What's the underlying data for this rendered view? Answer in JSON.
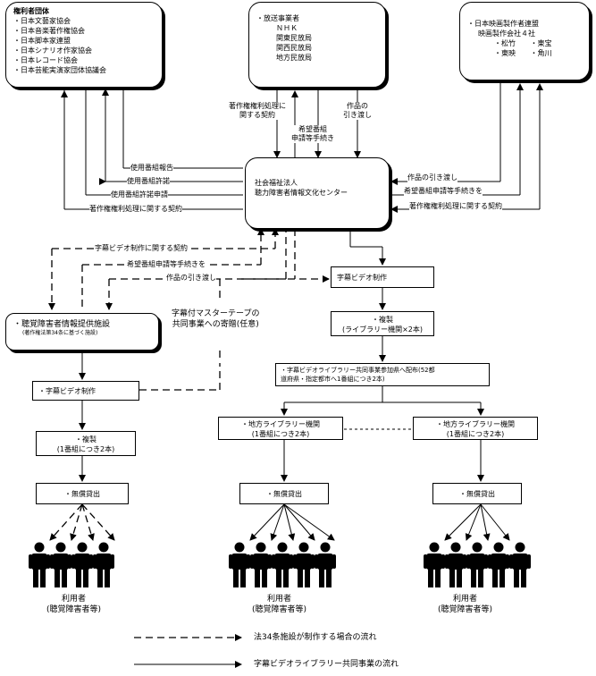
{
  "top_left": {
    "title": "権利者団体",
    "items": [
      "・日本文藝家協会",
      "・日本音楽著作権協会",
      "・日本脚本家連盟",
      "・日本シナリオ作家協会",
      "・日本レコード協会",
      "・日本芸能実演家団体協議会"
    ]
  },
  "top_middle": {
    "lines": [
      "・放送事業者",
      "ＮＨＫ",
      "関東民放局",
      "関西民放局",
      "地方民放局"
    ]
  },
  "top_right": {
    "lines": [
      "・日本映画製作者連盟",
      "映画製作会社４社",
      "・松竹",
      "・東宝",
      "・東映",
      "・角川"
    ]
  },
  "center": {
    "line1": "社会福祉法人",
    "line2": "聴力障害者情報文化センター"
  },
  "labels": {
    "copyright_contract_mid": "著作権権利処理に",
    "copyright_contract_mid2": "関する契約",
    "work_delivery_mid": "作品の",
    "work_delivery_mid2": "引き渡し",
    "request_proc_mid": "希望番組",
    "request_proc_mid2": "申請等手続き",
    "usage_report": "使用番組報告",
    "usage_permit": "使用番組許諾",
    "usage_permit_req": "使用番組許諾申請",
    "copyright_contract_left": "著作権権利処理に関する契約",
    "work_delivery_right": "作品の引き渡し",
    "request_proc_right": "希望番組申請等手続きを",
    "copyright_contract_right": "著作権権利処理に関する契約",
    "caption_contract": "字幕ビデオ制作に関する契約",
    "request_proc_dashed": "希望番組申請等手続きを",
    "work_delivery_dashed": "作品の引き渡し",
    "donation1": "字幕付マスターテープの",
    "donation2": "共同事業への寄贈(任意)"
  },
  "left_flow": {
    "facility_title": "・聴覚障害者情報提供施設",
    "facility_note": "(著作権法第34条に基づく施設)",
    "caption_production": "・字幕ビデオ制作",
    "copy": "・複製",
    "copy_note": "(1番組につき2本)",
    "free_lending": "・無償貸出",
    "users1": "利用者",
    "users2": "(聴覚障害者等)"
  },
  "mid_flow": {
    "caption_production": "字幕ビデオ制作",
    "copy": "・複製",
    "copy_note": "(ライブラリー機関×2本)",
    "distribution1": "・字幕ビデオライブラリー共同事業参加県へ配布(52都",
    "distribution2": "道府県・指定都市へ1番組につき2本)",
    "local_lib_a1": "・地方ライブラリー機関",
    "local_lib_a2": "(1番組につき2本)",
    "local_lib_b1": "・地方ライブラリー機関",
    "local_lib_b2": "(1番組につき2本)",
    "free_lending_a": "・無償貸出",
    "free_lending_b": "・無償貸出",
    "users_a1": "利用者",
    "users_a2": "(聴覚障害者等)",
    "users_b1": "利用者",
    "users_b2": "(聴覚障害者等)"
  },
  "legend": {
    "dashed": "法34条施設が制作する場合の流れ",
    "solid": "字幕ビデオライブラリー共同事業の流れ"
  }
}
